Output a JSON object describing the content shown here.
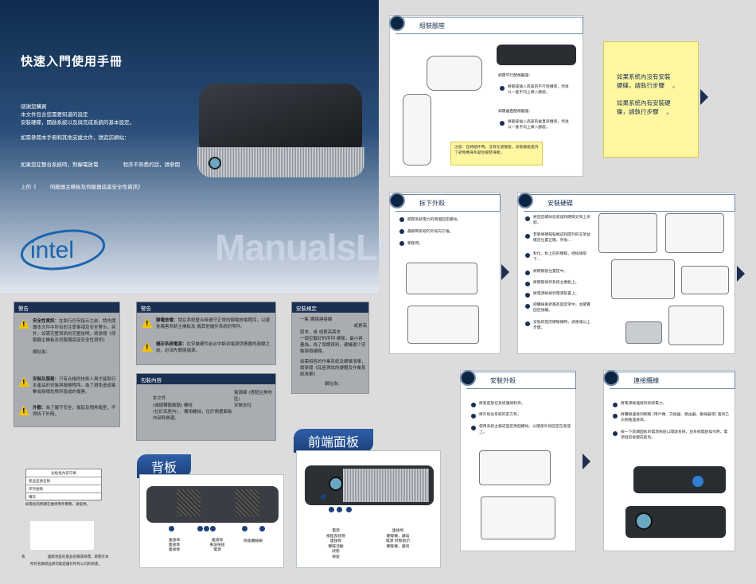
{
  "cover": {
    "title": "快速入門使用手冊",
    "intro_1": "感謝您購買",
    "intro_2": "本文件包含您需要知道的設定",
    "intro_3": "安裝硬碟，開啟系統以及與完成系統的基本設定。",
    "intro_4": "如需參閱本手冊和其他支援文件，請造訪網站：",
    "intro_5": "如果您在整合系統時，對靜電放電",
    "intro_5b": "程序不熟悉的話，請參閱",
    "intro_6": "上的《",
    "intro_6b": "伺服器主機板及伺服器底座安全性資訊》",
    "logo": "intel",
    "watermark": "ManualsLib.com"
  },
  "warning1": {
    "head": "警告",
    "p1_bold": "安全性資訊：",
    "p1": "在執行任何指示之前，請先閱讀本文件中所有的注意事項及安全警示。另外，如需完整資訊的完整說明，請參閱《伺服器主機板及伺服器底座安全性資訊》",
    "p1_end": "網址為：",
    "p2_bold": "安裝及服務：",
    "p2": "只有合格的技術人員才能執行本產品的安裝與服務程序。為了避免造成電擊或損壞危險所造成的傷害。",
    "p3_bold": "外觀：",
    "p3": "為了確守安全，拔起及預熱箱型，不得拆下外殼。"
  },
  "warning2": {
    "head": "警告",
    "p1_bold": "靜電放電：",
    "p1": "請在系統整合時遵守正常的靜電放電程序，以避免傷害系統主機板及 儀其他儲存系統的零件。",
    "p2_bold": "儲存系統電源：",
    "p2": "在安裝硬件前必中斷到電源供應器的連線之前，必須先關閉電源。"
  },
  "package": {
    "head": "包裝內容",
    "l1": "電源線 (搭配且美地區)",
    "l2": "本文件",
    "l3": "安裝支柱",
    "l4": "(減緩轉動裝動) 螺栓",
    "l5": "(位於底座內) 、備用螺絲，位於側邊面板內部和側邊。"
  },
  "install_spec": {
    "head": "安裝規定",
    "l1": "一隻",
    "l1b": "網路連接線",
    "l2": "或更高",
    "l3": "版本，或",
    "l3b": "或更高版本",
    "l4": "一個空載好的序列",
    "l4b": "硬碟，最小容量為",
    "l4c": "。為了保護資料，建議選少安裝兩個硬碟。",
    "l5": "如需相容的作業系統及硬碟清單，請參閱《底座測試的硬體及作業系統清單》",
    "l5b": "網址為："
  },
  "form": {
    "title": "此框框內容可填",
    "row1": "產品型號名稱",
    "row2": "序列號碼",
    "row3": "購日",
    "note": "如需您的問題在維修零件實務，請提供。"
  },
  "footer": {
    "note1": "系",
    "note2": "國家地區的產品名稱或商標，即使在本",
    "note3": "所有名稱或品牌可能是屬於所有公司的財產。"
  },
  "back_panel": {
    "title": "背板",
    "label1": "連接埠",
    "label2": "連接埠",
    "label3": "連接埠",
    "label4": "連接埠",
    "label5": "重設按鈕",
    "label6": "電源",
    "label7": "底座纜線鎖"
  },
  "front_panel": {
    "title": "前端面板",
    "c1": "電源",
    "c2": "按鈕及狀態",
    "c3": "連接埠",
    "c4": "硬碟活動",
    "c5": "狀態",
    "c6": "按鈕",
    "r1": "連接埠",
    "r2": "硬碟機，讀寫",
    "r3": "電源 狀態指示",
    "r4": "硬碟機，讀寫"
  },
  "step_feet": {
    "title": "組裝腳座",
    "caption1": "如需平行配條腳座：",
    "text1": "將腳座插入底座的平行底槽底，然後以一隻手向上鎖入腳座。",
    "caption2": "如需垂直配條腳座：",
    "text2": "將腳座插入底座的垂直底槽底，然後以一隻手向上鎖入腳座。",
    "note": "注意：在將組件時，沒有任意腳座，安裝腳座是為了避免機身和凝生腳墊滑動。"
  },
  "side_note": {
    "l1": "如果系統內沒有安裝",
    "l2": "硬碟，請執行步驟",
    "l3": "。",
    "l4": "如果系統內有安裝硬",
    "l5": "碟，請執行步驟",
    "l6": "。"
  },
  "step_remove": {
    "title": "拆下外殼",
    "b1": "關閉系統電力的兩個固定螺絲。",
    "b2": "最靜時系統的外殼向方推。",
    "b3": "朝使用。"
  },
  "step_install_hdd": {
    "title": "安裝硬碟",
    "b1": "將固定螺絲從底座和硬碟支架上拆卸。",
    "b2": "若要將硬碟裝機成和開列的支架並確定位置正確，然後...",
    "b3": "對位，對上的的硬碟，把接頭取下...",
    "b4": "將硬碟裝往置提中。",
    "b5": "將硬碟接到系統主機板上。",
    "b6": "將電源線接到電源裝置上。",
    "b7": "把纜線重新塞進固定架中，並確實固定接觸。",
    "b8": "安裝新提的硬碟機時，請重複以上步驟。"
  },
  "step_install_cover": {
    "title": "安裝外殼",
    "b1": "將底座放在系統邊緣對齊。",
    "b2": "將外殼往系統的前方移。",
    "b3": "使用系統主鎖成固定兩個螺絲，以確保外殼固定在底座上。"
  },
  "step_connect": {
    "title": "連接纜線",
    "b1": "將電源線連接到系統電力。",
    "b2": "將纜線連接到網路 (用戶端、交換器、路由器、集線器等) 連到乙太網路連接埠。",
    "b3": "按一下前端面板的電源按鈕以開啟系統，並系統開啟操作時，電源燈的會變成藍色。"
  },
  "colors": {
    "navy": "#1a2f52",
    "accent_blue": "#2f5fa8",
    "warning_yellow": "#f2c200",
    "note_yellow": "#fff7a0"
  }
}
